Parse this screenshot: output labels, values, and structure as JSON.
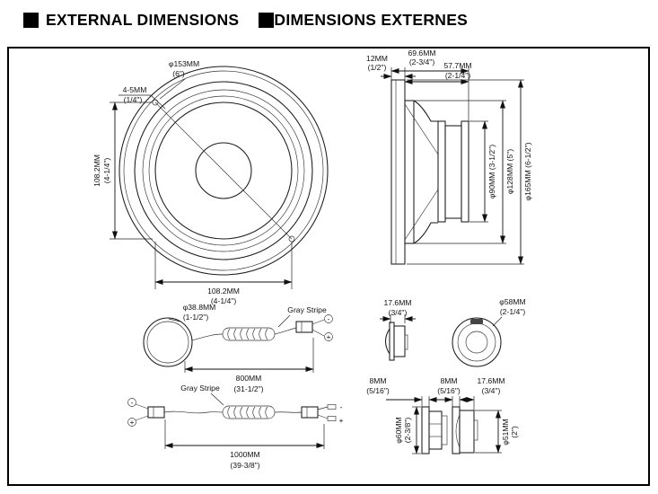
{
  "header": {
    "title_en": "EXTERNAL DIMENSIONS",
    "title_fr": "DIMENSIONS EXTERNES"
  },
  "polarity": {
    "minus": "-",
    "plus": "+"
  },
  "woofer_front": {
    "screw_dia": "φ153MM",
    "screw_dia_in": "(6\")",
    "rim": "4-5MM",
    "rim_in": "(1/4\")",
    "height": "108.2MM",
    "height_in": "(4-1/4\")",
    "width": "108.2MM",
    "width_in": "(4-1/4\")"
  },
  "woofer_side": {
    "depth_total": "69.6MM",
    "depth_total_in": "(2-3/4\")",
    "depth_front": "12MM",
    "depth_front_in": "(1/2\")",
    "depth_rear": "57.7MM",
    "depth_rear_in": "(2-1/4\")",
    "dia_magnet": "φ90MM (3-1/2\")",
    "dia_cutout": "φ128MM (5\")",
    "dia_frame": "φ165MM (6-1/2\")"
  },
  "tweeter_cable": {
    "dia": "φ38.8MM",
    "dia_in": "(1-1/2\")",
    "stripe": "Gray Stripe",
    "length": "800MM",
    "length_in": "(31-1/2\")"
  },
  "crossover_cable": {
    "stripe": "Gray Stripe",
    "length": "1000MM",
    "length_in": "(39-3/8\")"
  },
  "tweeter": {
    "depth": "17.6MM",
    "depth_in": "(3/4\")",
    "dia": "φ58MM",
    "dia_in": "(2-1/4\")"
  },
  "tweeter_mount_a": {
    "lip": "8MM",
    "lip_in": "(5/16\")",
    "dia": "φ60MM",
    "dia_in": "(2-3/8\")"
  },
  "tweeter_mount_b": {
    "lip": "8MM",
    "lip_in": "(5/16\")",
    "depth": "17.6MM",
    "depth_in": "(3/4\")",
    "dia": "φ51MM",
    "dia_in": "(2\")"
  }
}
